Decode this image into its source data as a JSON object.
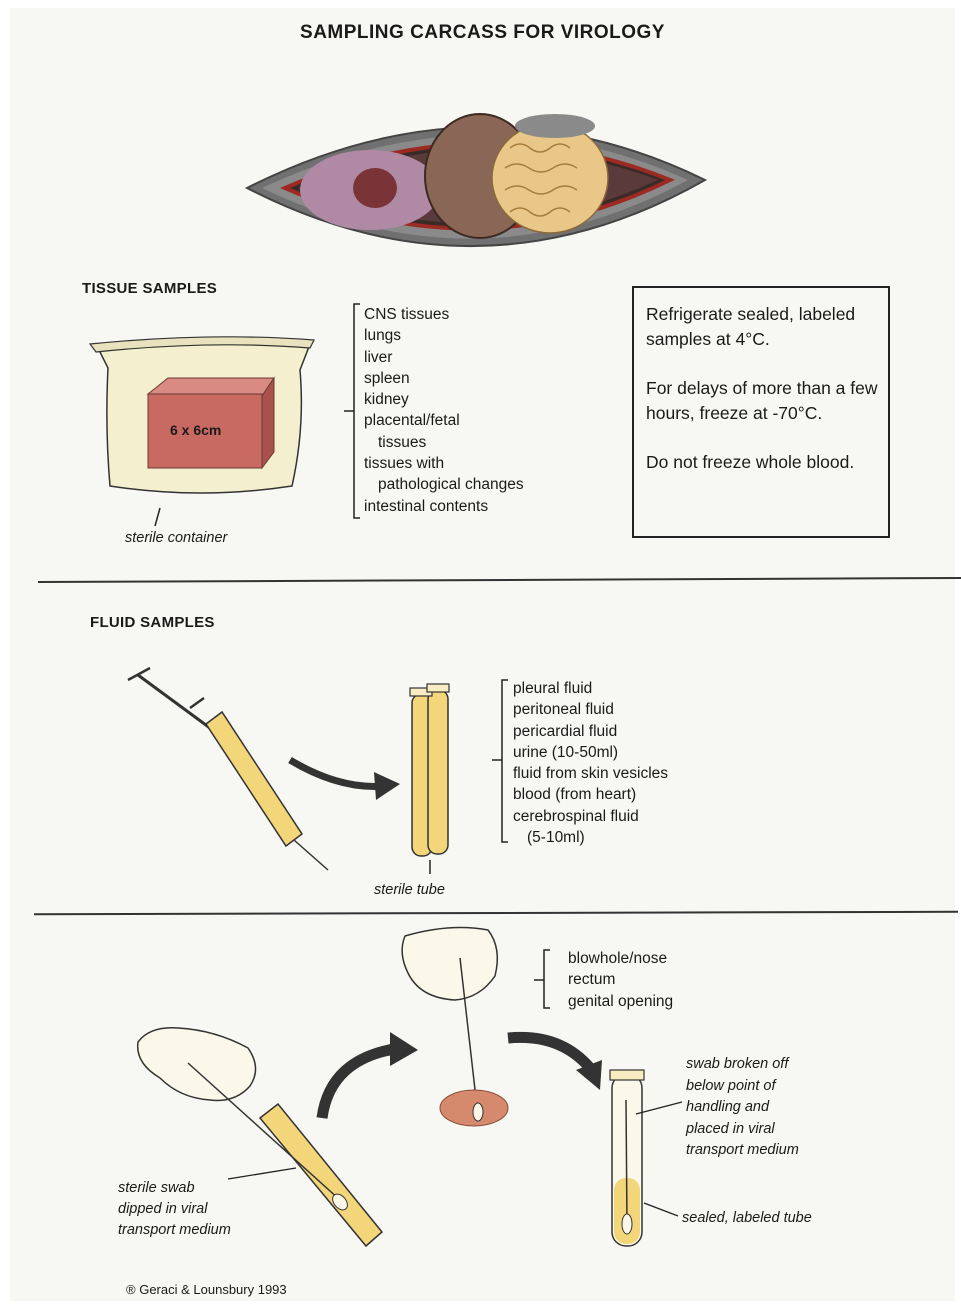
{
  "title": "SAMPLING CARCASS FOR VIROLOGY",
  "tissue": {
    "heading": "TISSUE SAMPLES",
    "block_label": "6 x 6cm",
    "container_label": "sterile container",
    "items": [
      "CNS tissues",
      "lungs",
      "liver",
      "spleen",
      "kidney",
      "placental/fetal",
      "tissues",
      "tissues with",
      "pathological changes",
      "intestinal contents"
    ]
  },
  "storage_note": {
    "p1": "Refrigerate sealed, labeled samples at 4°C.",
    "p2": "For delays of more than a few hours, freeze at -70°C.",
    "p3": "Do not freeze whole blood."
  },
  "fluid": {
    "heading": "FLUID SAMPLES",
    "tube_label": "sterile tube",
    "items": [
      "pleural fluid",
      "peritoneal fluid",
      "pericardial fluid",
      "urine (10-50ml)",
      "fluid from skin vesicles",
      "blood (from heart)",
      "cerebrospinal fluid",
      "(5-10ml)"
    ]
  },
  "swab": {
    "sites": [
      "blowhole/nose",
      "rectum",
      "genital opening"
    ],
    "swab_label": [
      "sterile swab",
      "dipped in viral",
      "transport medium"
    ],
    "broken_label": [
      "swab broken off",
      "below point of",
      "handling and",
      "placed in viral",
      "transport medium"
    ],
    "sealed_label": "sealed, labeled tube"
  },
  "credit": {
    "symbol": "®",
    "text": "Geraci & Lounsbury 1993"
  },
  "colors": {
    "ink": "#1a1a1a",
    "paper": "#f7f7f3",
    "fluid_yellow": "#f3d57a",
    "tissue_pink": "#c96a62",
    "container": "#f4efcf",
    "skin_grey": "#6f6f6f"
  }
}
